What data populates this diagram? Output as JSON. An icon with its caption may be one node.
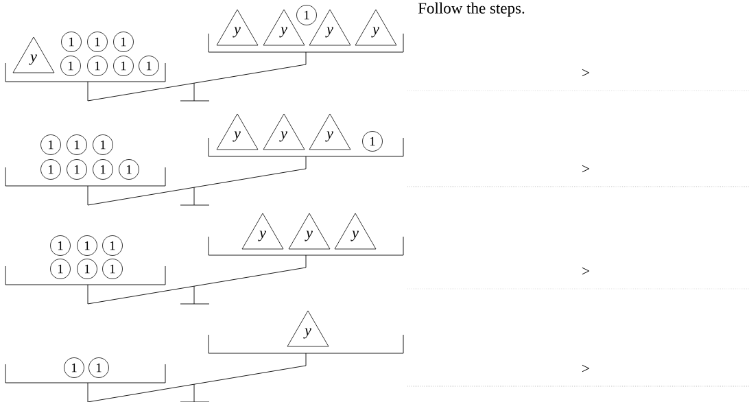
{
  "diagram": {
    "nodes": [
      {
        "text": [
          "y"
        ]
      },
      {
        "text": [
          "1"
        ]
      },
      {
        "text": [
          "1"
        ]
      },
      {
        "text": [
          "1"
        ]
      },
      {
        "text": [
          "1"
        ]
      },
      {
        "text": [
          "1"
        ]
      },
      {
        "text": [
          "1"
        ]
      },
      {
        "text": [
          "1"
        ]
      },
      {
        "text": [
          "y"
        ]
      },
      {
        "text": [
          "y"
        ]
      },
      {
        "text": [
          "1"
        ]
      },
      {
        "text": [
          "y"
        ]
      },
      {
        "text": [
          "y"
        ]
      },
      {
        "text": [
          "1"
        ]
      },
      {
        "text": [
          "1"
        ]
      },
      {
        "text": [
          "1"
        ]
      },
      {
        "text": [
          "1"
        ]
      },
      {
        "text": [
          "1"
        ]
      },
      {
        "text": [
          "1"
        ]
      },
      {
        "text": [
          "1"
        ]
      },
      {
        "text": [
          "y"
        ]
      },
      {
        "text": [
          "y"
        ]
      },
      {
        "text": [
          "y"
        ]
      },
      {
        "text": [
          "1"
        ]
      },
      {
        "text": [
          "1"
        ]
      },
      {
        "text": [
          "1"
        ]
      },
      {
        "text": [
          "1"
        ]
      },
      {
        "text": [
          "1"
        ]
      },
      {
        "text": [
          "1"
        ]
      },
      {
        "text": [
          "1"
        ]
      },
      {
        "text": [
          "y"
        ]
      },
      {
        "text": [
          "y"
        ]
      },
      {
        "text": [
          "y"
        ]
      },
      {
        "text": [
          "1"
        ]
      },
      {
        "text": [
          "1"
        ]
      },
      {
        "text": [
          "y"
        ]
      }
    ],
    "labels": [
      "Follow the steps.",
      ">",
      ">",
      ">",
      ">"
    ]
  }
}
